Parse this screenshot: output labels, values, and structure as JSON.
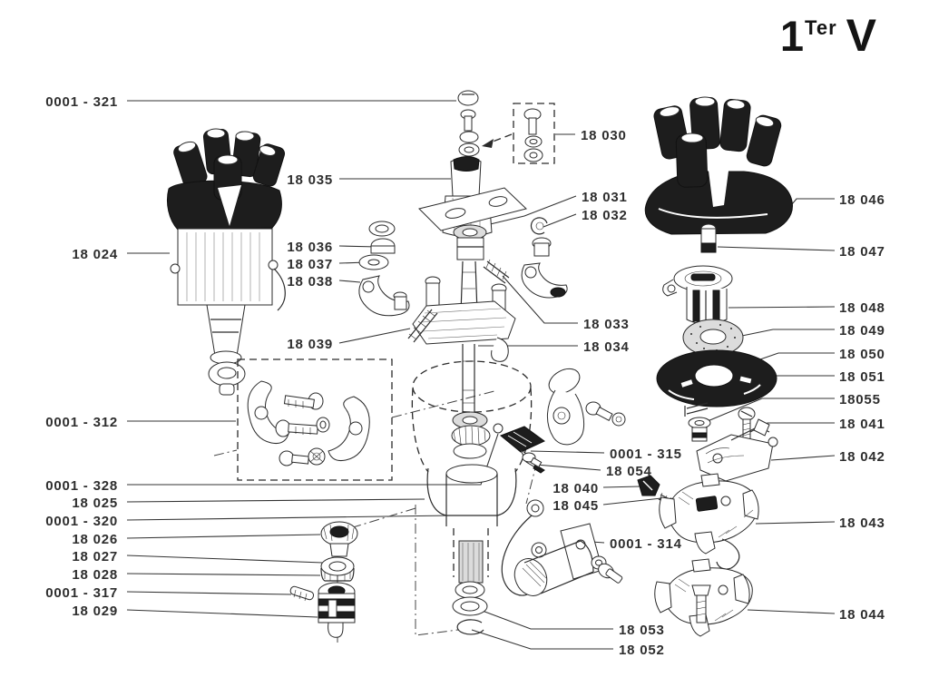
{
  "page": {
    "plate_title": {
      "num": "1",
      "sup": "Ter",
      "series": "V"
    },
    "ink_color": "#2b2b2b",
    "background": "#ffffff"
  },
  "labels": [
    {
      "part": "0001-321",
      "text": "0001 - 321"
    },
    {
      "part": "18024",
      "text": "18 024"
    },
    {
      "part": "18035",
      "text": "18 035"
    },
    {
      "part": "18036",
      "text": "18 036"
    },
    {
      "part": "18037",
      "text": "18 037"
    },
    {
      "part": "18038",
      "text": "18 038"
    },
    {
      "part": "18039",
      "text": "18 039"
    },
    {
      "part": "0001-312",
      "text": "0001 - 312"
    },
    {
      "part": "0001-328",
      "text": "0001 - 328"
    },
    {
      "part": "18025",
      "text": "18 025"
    },
    {
      "part": "0001-320",
      "text": "0001 - 320"
    },
    {
      "part": "18026",
      "text": "18 026"
    },
    {
      "part": "18027",
      "text": "18 027"
    },
    {
      "part": "18028",
      "text": "18 028"
    },
    {
      "part": "0001-317",
      "text": "0001 - 317"
    },
    {
      "part": "18029",
      "text": "18 029"
    },
    {
      "part": "18030",
      "text": "18 030"
    },
    {
      "part": "18031",
      "text": "18 031"
    },
    {
      "part": "18032",
      "text": "18 032"
    },
    {
      "part": "18033",
      "text": "18 033"
    },
    {
      "part": "18034",
      "text": "18 034"
    },
    {
      "part": "0001-315",
      "text": "0001 - 315"
    },
    {
      "part": "18054",
      "text": "18 054"
    },
    {
      "part": "18040",
      "text": "18 040"
    },
    {
      "part": "18045",
      "text": "18 045"
    },
    {
      "part": "0001-314",
      "text": "0001 - 314"
    },
    {
      "part": "18053",
      "text": "18 053"
    },
    {
      "part": "18052",
      "text": "18 052"
    },
    {
      "part": "18046",
      "text": "18 046"
    },
    {
      "part": "18047",
      "text": "18 047"
    },
    {
      "part": "18048",
      "text": "18 048"
    },
    {
      "part": "18049",
      "text": "18 049"
    },
    {
      "part": "18050",
      "text": "18 050"
    },
    {
      "part": "18051",
      "text": "18 051"
    },
    {
      "part": "18055",
      "text": "18055"
    },
    {
      "part": "18041",
      "text": "18 041"
    },
    {
      "part": "18042",
      "text": "18 042"
    },
    {
      "part": "18043",
      "text": "18 043"
    },
    {
      "part": "18044",
      "text": "18 044"
    }
  ]
}
